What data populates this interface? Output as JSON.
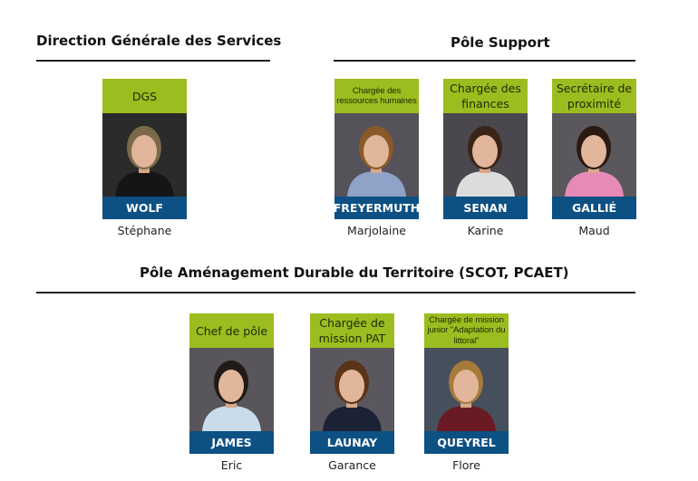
{
  "sections": {
    "dgs": {
      "title": "Direction Générale des Services"
    },
    "support": {
      "title": "Pôle Support"
    },
    "amenagement": {
      "title": "Pôle Aménagement Durable du Territoire (SCOT, PCAET)"
    }
  },
  "people": [
    {
      "role": "DGS",
      "surname": "WOLF",
      "first_name": "Stéphane",
      "bg": "#2b2b2b",
      "shirt": "#151515",
      "hair": "#7a6a4a"
    },
    {
      "role": "Chargée des ressources humaines",
      "surname": "FREYERMUTH",
      "first_name": "Marjolaine",
      "bg": "#55525a",
      "shirt": "#8fa3c8",
      "hair": "#8a5a2a"
    },
    {
      "role": "Chargée des finances",
      "surname": "SENAN",
      "first_name": "Karine",
      "bg": "#4a474e",
      "shirt": "#dcdcdc",
      "hair": "#3a2418"
    },
    {
      "role": "Secrétaire de proximité",
      "surname": "GALLIÉ",
      "first_name": "Maud",
      "bg": "#5a585c",
      "shirt": "#e68ab8",
      "hair": "#2a1a12"
    },
    {
      "role": "Chef de pôle",
      "surname": "JAMES",
      "first_name": "Eric",
      "bg": "#58565a",
      "shirt": "#c9dcec",
      "hair": "#1f1a16"
    },
    {
      "role": "Chargée de mission PAT",
      "surname": "LAUNAY",
      "first_name": "Garance",
      "bg": "#5a585e",
      "shirt": "#1b2236",
      "hair": "#5a3418"
    },
    {
      "role": "Chargée de mission junior \"Adaptation du littoral\"",
      "surname": "QUEYREL",
      "first_name": "Flore",
      "bg": "#46505c",
      "shirt": "#6a1a22",
      "hair": "#a87a3a"
    }
  ]
}
